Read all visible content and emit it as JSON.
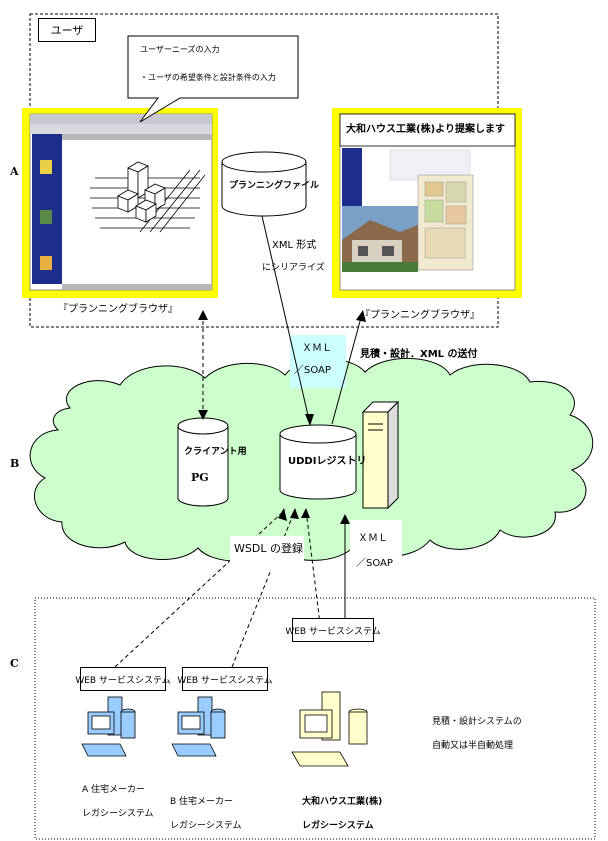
{
  "user_box": "ユーザ",
  "callout": {
    "line1": "ユーザーニーズの入力",
    "line2": "・ユーザの希望条件と設計条件の入力"
  },
  "section_labels": [
    "A",
    "B",
    "C"
  ],
  "planning_file": "プランニングファイル",
  "serialize": {
    "line1": "XML 形式",
    "line2": "にシリアライズ"
  },
  "right_screen_title": "大和ハウス工業(株)より提案します",
  "browser_left": "『プランニングブラウザ』",
  "browser_right": "『プランニングブラウザ』",
  "xml_soap_top": {
    "line1": "ＸＭＬ",
    "line2": "／SOAP"
  },
  "send_label": "見積・設計．XML の送付",
  "client_pg": {
    "line1": "クライアント用",
    "line2": "PG"
  },
  "uddi": "UDDIレジストリ",
  "wsdl": "WSDL の登録",
  "xml_soap_bottom": {
    "line1": "ＸＭＬ",
    "line2": "／SOAP"
  },
  "web_service": "WEB サービスシステム",
  "company_a": {
    "line1": "A 住宅メーカー",
    "line2": "レガシーシステム"
  },
  "company_b": {
    "line1": "B 住宅メーカー",
    "line2": "レガシーシステム"
  },
  "company_daiwa": {
    "line1": "大和ハウス工業(株)",
    "line2": "レガシーシステム"
  },
  "auto_process": {
    "line1": "見積・設計システムの",
    "line2": "自動又は半自動処理"
  },
  "colors": {
    "cloud": "#ccffcc",
    "screen_frame": "#ffff00",
    "xml_highlight": "#ccffff",
    "server": "#ffffcc",
    "pc_blue": "#99ccff"
  }
}
